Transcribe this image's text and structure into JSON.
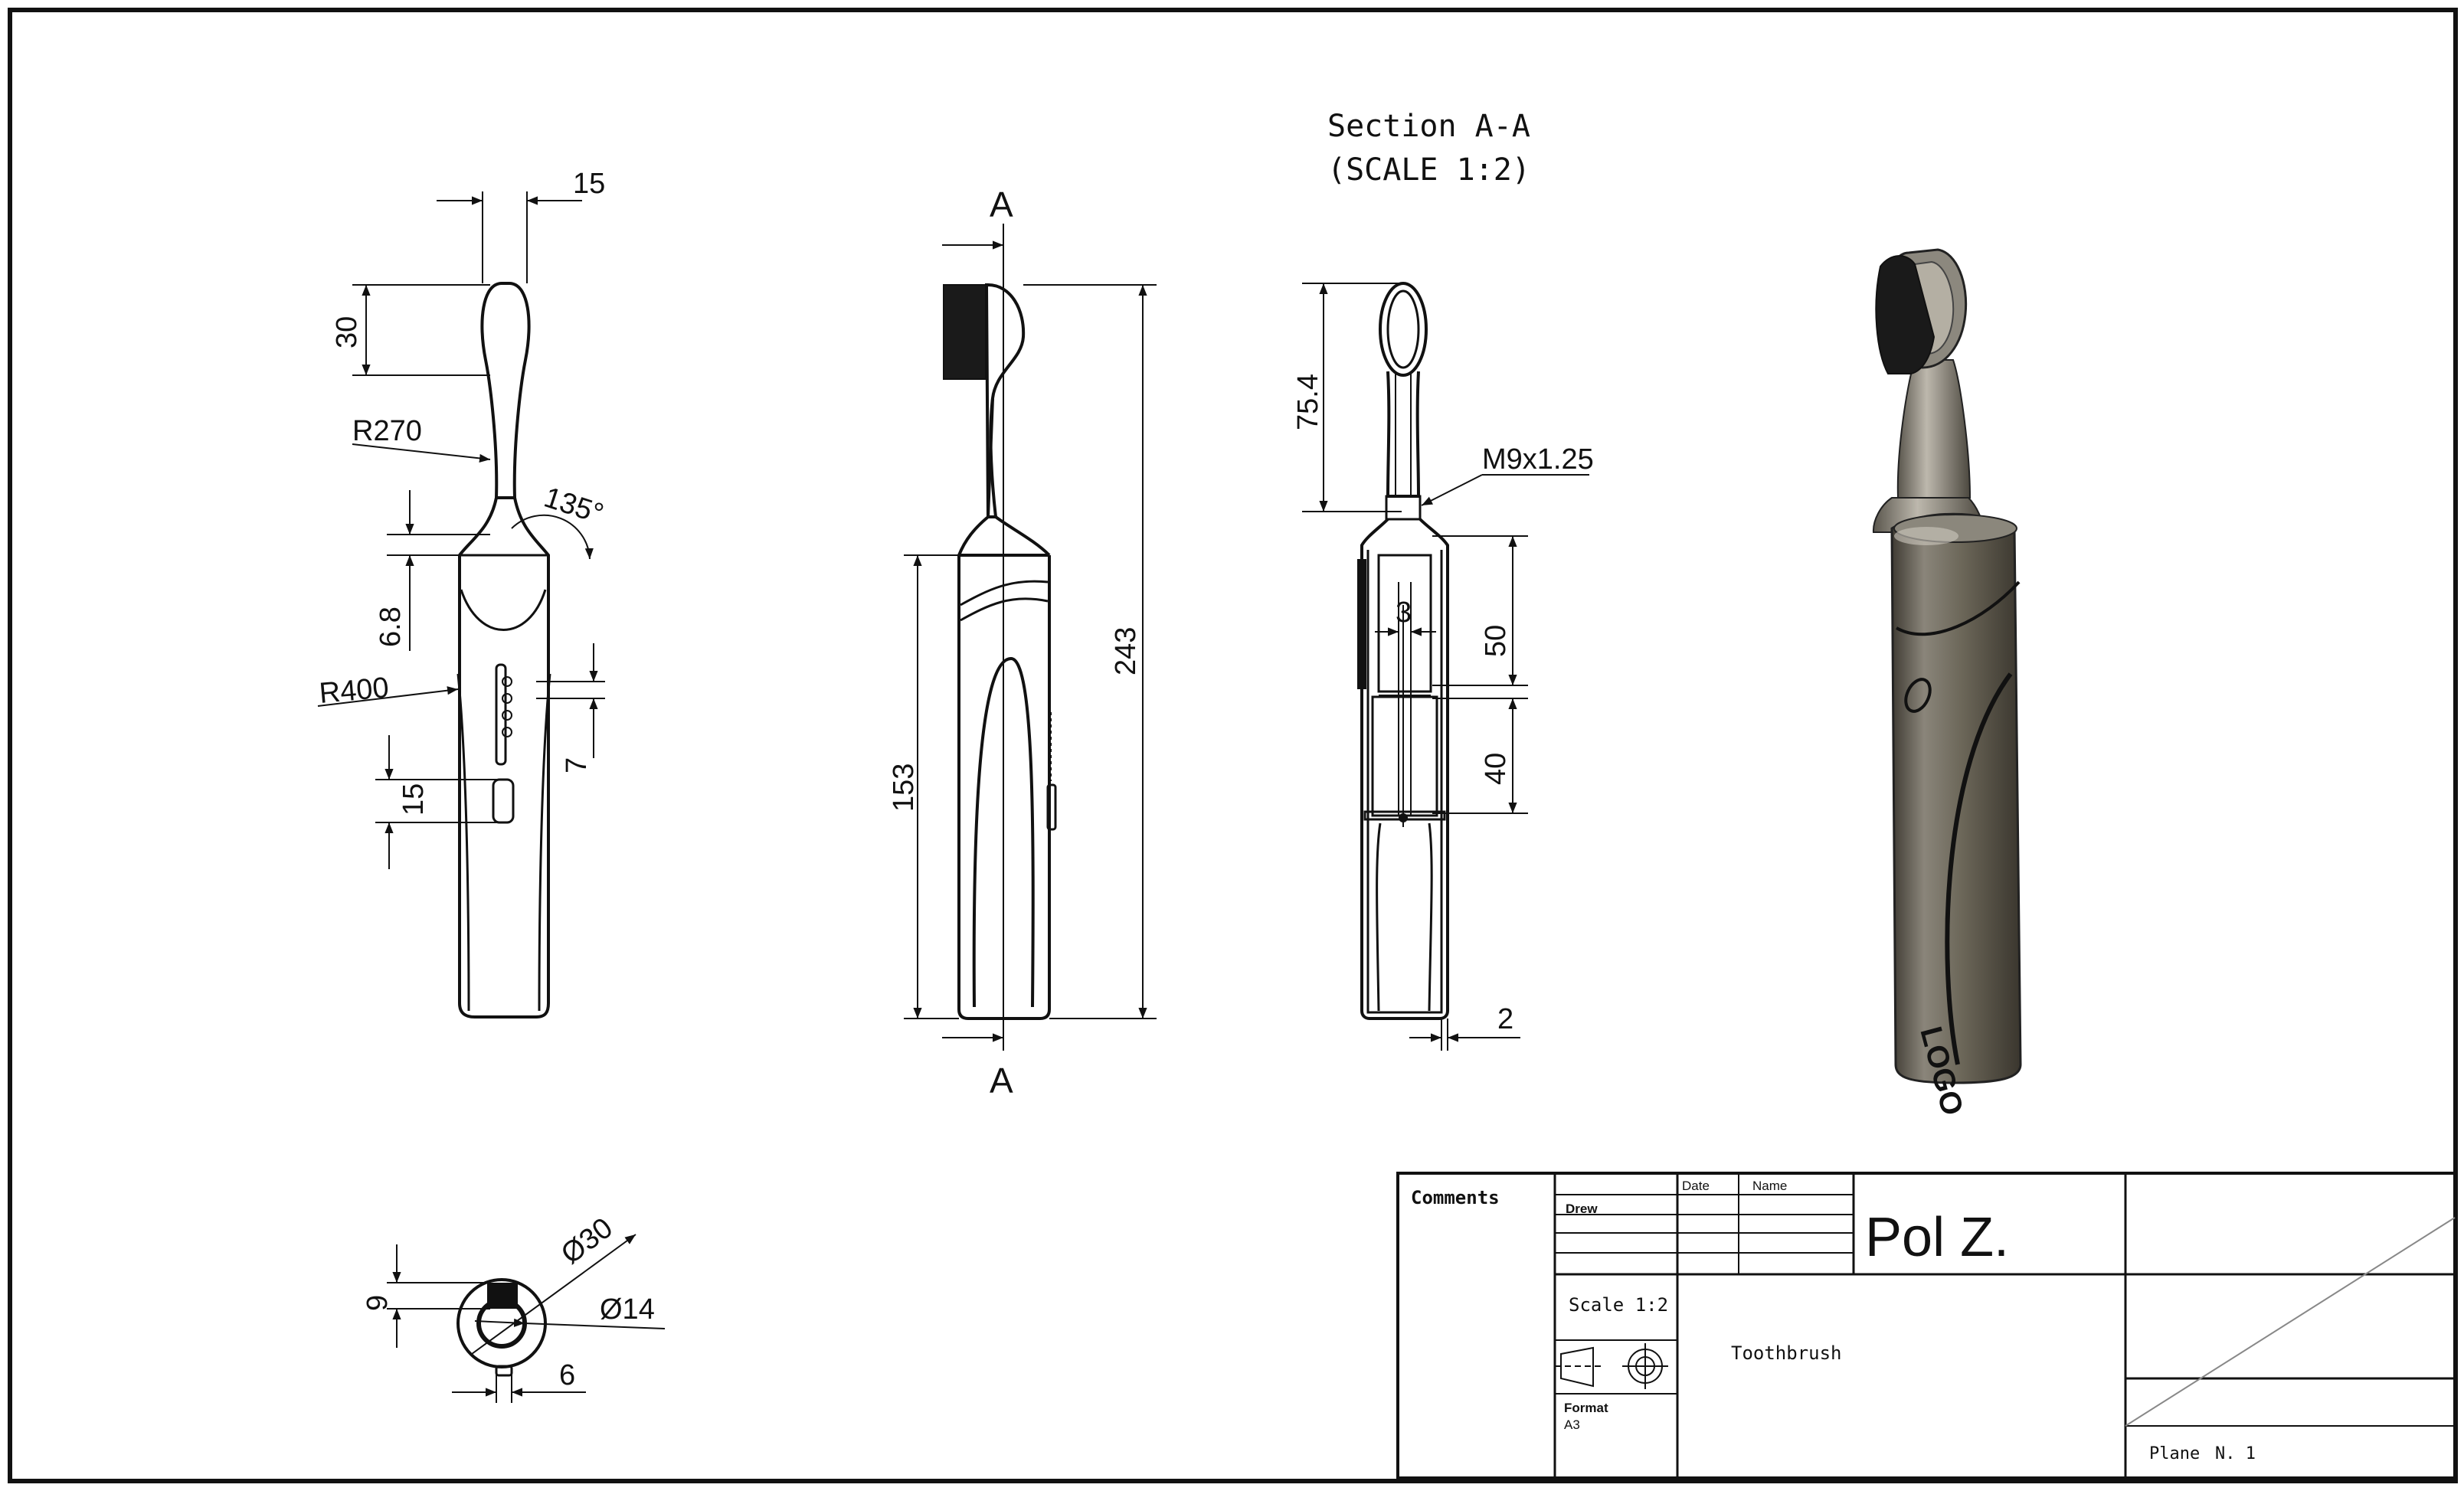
{
  "section": {
    "title": "Section A-A",
    "scale_note": "(SCALE 1:2)",
    "cut_label_top": "A",
    "cut_label_bottom": "A"
  },
  "dimensions": {
    "front_width": "15",
    "head_length": "30",
    "neck_radius": "R270",
    "shoulder_angle": "135°",
    "shoulder_height": "6.8",
    "body_radius": "R400",
    "led_spacing": "7",
    "button_height": "15",
    "body_length": "153",
    "overall_length": "243",
    "head_to_thread": "75.4",
    "thread": "M9x1.25",
    "shaft_width": "3",
    "motor_length": "50",
    "battery_length": "40",
    "wall_thickness": "2",
    "bottom_height": "9",
    "outer_diameter": "Ø30",
    "inner_diameter": "Ø14",
    "foot_width": "6"
  },
  "render": {
    "logo_text": "LOGO"
  },
  "title_block": {
    "comments_label": "Comments",
    "date_label": "Date",
    "name_label": "Name",
    "drew_label": "Drew",
    "author": "Pol Z.",
    "scale": "Scale 1:2",
    "part_name": "Toothbrush",
    "format_label": "Format",
    "format_value": "A3",
    "plane_label": "Plane",
    "plane_number": "N. 1"
  },
  "colors": {
    "line": "#111111",
    "bristles": "#1a1a1a",
    "body_metal": "#6b6658"
  }
}
